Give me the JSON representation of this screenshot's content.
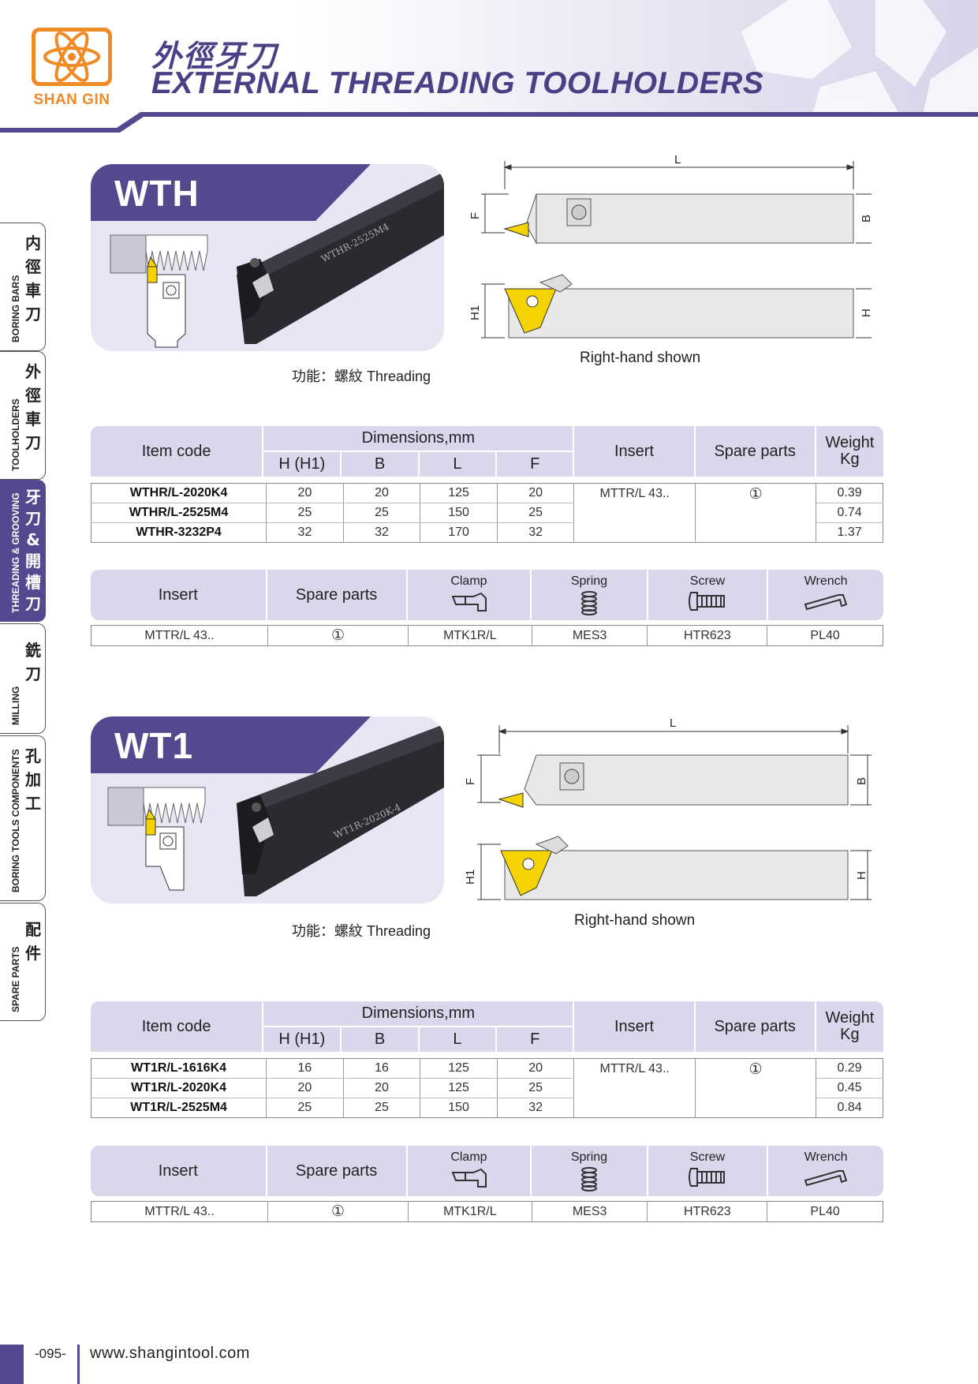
{
  "brand": {
    "name": "SHAN GIN",
    "orange": "#f08a24",
    "purple": "#56488f"
  },
  "title": {
    "zh": "外徑牙刀",
    "en": "EXTERNAL THREADING TOOLHOLDERS"
  },
  "tabs": [
    {
      "en": "BORING BARS",
      "zh": [
        "内",
        "徑",
        "車",
        "刀"
      ],
      "active": false
    },
    {
      "en": "TOOLHOLDERS",
      "zh": [
        "外",
        "徑",
        "車",
        "刀"
      ],
      "active": false
    },
    {
      "en": "THREADING & GROOVING",
      "zh": [
        "牙",
        "刀",
        "&",
        "開",
        "槽",
        "刀"
      ],
      "active": true
    },
    {
      "en": "MILLING",
      "zh": [
        "銑",
        "刀"
      ],
      "active": false
    },
    {
      "en": "BORING TOOLS COMPONENTS",
      "zh": [
        "孔",
        "加",
        "工"
      ],
      "active": false
    },
    {
      "en": "SPARE PARTS",
      "zh": [
        "配",
        "件"
      ],
      "active": false
    }
  ],
  "products": [
    {
      "name": "WTH",
      "engraving": "WTHR-2525M4",
      "function": "功能：螺紋  Threading",
      "hand_note": "Right-hand shown",
      "dims": {
        "L": "L",
        "B": "B",
        "F": "F",
        "H1": "H1",
        "H": "H"
      },
      "spec": {
        "headers": {
          "item": "Item code",
          "dims": "Dimensions,mm",
          "h": "H (H1)",
          "b": "B",
          "l": "L",
          "f": "F",
          "insert": "Insert",
          "spare": "Spare parts",
          "weight1": "Weight",
          "weight2": "Kg"
        },
        "rows": [
          {
            "code": "WTHR/L-2020K4",
            "h": "20",
            "b": "20",
            "l": "125",
            "f": "20",
            "w": "0.39"
          },
          {
            "code": "WTHR/L-2525M4",
            "h": "25",
            "b": "25",
            "l": "150",
            "f": "25",
            "w": "0.74"
          },
          {
            "code": "WTHR-3232P4",
            "h": "32",
            "b": "32",
            "l": "170",
            "f": "32",
            "w": "1.37"
          }
        ],
        "insert": "MTTR/L 43..",
        "spare": "①"
      },
      "parts": {
        "headers": {
          "insert": "Insert",
          "spare": "Spare parts",
          "clamp": "Clamp",
          "spring": "Spring",
          "screw": "Screw",
          "wrench": "Wrench"
        },
        "row": {
          "insert": "MTTR/L 43..",
          "spare": "①",
          "clamp": "MTK1R/L",
          "spring": "MES3",
          "screw": "HTR623",
          "wrench": "PL40"
        }
      }
    },
    {
      "name": "WT1",
      "engraving": "WT1R-2020K-4",
      "function": "功能：螺紋  Threading",
      "hand_note": "Right-hand shown",
      "dims": {
        "L": "L",
        "B": "B",
        "F": "F",
        "H1": "H1",
        "H": "H"
      },
      "spec": {
        "headers": {
          "item": "Item code",
          "dims": "Dimensions,mm",
          "h": "H (H1)",
          "b": "B",
          "l": "L",
          "f": "F",
          "insert": "Insert",
          "spare": "Spare parts",
          "weight1": "Weight",
          "weight2": "Kg"
        },
        "rows": [
          {
            "code": "WT1R/L-1616K4",
            "h": "16",
            "b": "16",
            "l": "125",
            "f": "20",
            "w": "0.29"
          },
          {
            "code": "WT1R/L-2020K4",
            "h": "20",
            "b": "20",
            "l": "125",
            "f": "25",
            "w": "0.45"
          },
          {
            "code": "WT1R/L-2525M4",
            "h": "25",
            "b": "25",
            "l": "150",
            "f": "32",
            "w": "0.84"
          }
        ],
        "insert": "MTTR/L 43..",
        "spare": "①"
      },
      "parts": {
        "headers": {
          "insert": "Insert",
          "spare": "Spare parts",
          "clamp": "Clamp",
          "spring": "Spring",
          "screw": "Screw",
          "wrench": "Wrench"
        },
        "row": {
          "insert": "MTTR/L 43..",
          "spare": "①",
          "clamp": "MTK1R/L",
          "spring": "MES3",
          "screw": "HTR623",
          "wrench": "PL40"
        }
      }
    }
  ],
  "footer": {
    "page": "-095-",
    "url": "www.shangintool.com"
  }
}
